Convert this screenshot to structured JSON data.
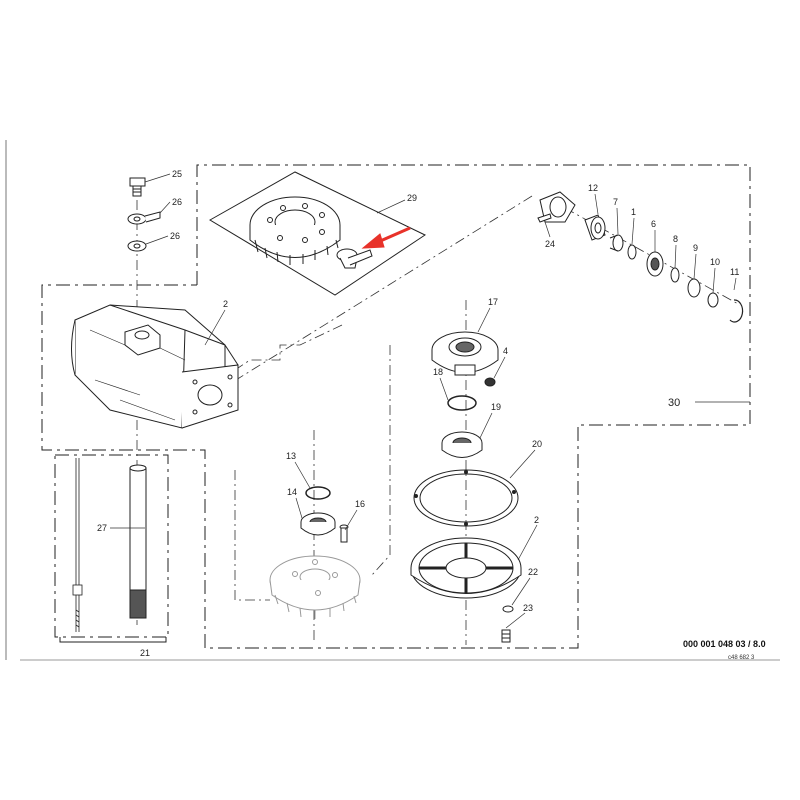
{
  "callouts": {
    "c25": "25",
    "c26a": "26",
    "c26b": "26",
    "c29": "29",
    "c12": "12",
    "c7": "7",
    "c1": "1",
    "c6": "6",
    "c8": "8",
    "c9": "9",
    "c10": "10",
    "c11": "11",
    "c24": "24",
    "c2a": "2",
    "c17": "17",
    "c4": "4",
    "c18": "18",
    "c19": "19",
    "c20": "20",
    "c2b": "2",
    "c22": "22",
    "c23": "23",
    "c13": "13",
    "c14": "14",
    "c16": "16",
    "c27": "27",
    "c21": "21",
    "c30": "30"
  },
  "drawing_number": "000 001 048 03 / 8.0",
  "sheet_number": "c48 682 3",
  "colors": {
    "ink": "#222222",
    "arrow": "#e8322a",
    "background": "#ffffff"
  }
}
